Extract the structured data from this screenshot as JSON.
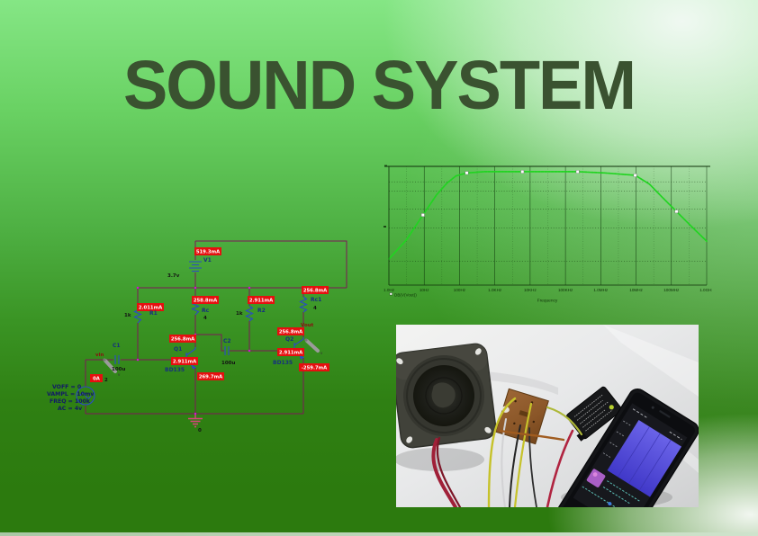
{
  "slide": {
    "title": "SOUND SYSTEM"
  },
  "schematic": {
    "battery": {
      "name": "V1",
      "voltage": "3.7v",
      "current": "519.3mA"
    },
    "resistors": {
      "r1": {
        "name": "R1",
        "value": "1k",
        "current": "2.011mA"
      },
      "rc": {
        "name": "Rc",
        "value": "4",
        "current": "258.8mA"
      },
      "r2": {
        "name": "R2",
        "value": "1k",
        "current": "2.911mA"
      },
      "rc1": {
        "name": "Rc1",
        "value": "4",
        "current": "256.8mA"
      }
    },
    "capacitors": {
      "c1": {
        "name": "C1",
        "value": "100u"
      },
      "c2": {
        "name": "C2",
        "value": "100u"
      }
    },
    "transistors": {
      "q1": {
        "name": "Q1",
        "part": "BD135",
        "collector_current": "256.8mA",
        "base_current": "2.911mA",
        "emitter_current": "269.7mA"
      },
      "q2": {
        "name": "Q2",
        "part": "BD135",
        "collector_current": "256.8mA",
        "base_current": "2.911mA",
        "emitter_current": "-259.7mA"
      }
    },
    "source": {
      "current": "0A",
      "suffix": "2",
      "params": [
        "VOFF = 0",
        "VAMPL = 10mv",
        "FREQ = 100k",
        "AC = 4v"
      ]
    },
    "nets": {
      "input": "vin",
      "output": "Vout",
      "ground": "0"
    },
    "probe_mark": "v"
  },
  "chart_data": {
    "type": "line",
    "title": "",
    "xlabel": "Frequency",
    "x_scale": "log",
    "x_ticks": [
      "1.0Hz",
      "10Hz",
      "100Hz",
      "1.0KHz",
      "10KHz",
      "100KHz",
      "1.0MHz",
      "10MHz",
      "100MHz",
      "1.0GHz"
    ],
    "legend": [
      "DB(V(Vout))"
    ],
    "line_color": "#21d421",
    "h_gridlines_norm": [
      0.87,
      0.79,
      0.64,
      0.48,
      0.2
    ],
    "curve_points_norm": [
      [
        0.0,
        0.22
      ],
      [
        0.055,
        0.38
      ],
      [
        0.107,
        0.59
      ],
      [
        0.15,
        0.76
      ],
      [
        0.183,
        0.86
      ],
      [
        0.211,
        0.92
      ],
      [
        0.245,
        0.945
      ],
      [
        0.3,
        0.955
      ],
      [
        0.42,
        0.955
      ],
      [
        0.52,
        0.955
      ],
      [
        0.594,
        0.955
      ],
      [
        0.68,
        0.945
      ],
      [
        0.775,
        0.925
      ],
      [
        0.82,
        0.85
      ],
      [
        0.86,
        0.74
      ],
      [
        0.905,
        0.62
      ],
      [
        0.95,
        0.5
      ],
      [
        1.0,
        0.37
      ]
    ],
    "markers_norm": [
      [
        0.107,
        0.59
      ],
      [
        0.245,
        0.945
      ],
      [
        0.42,
        0.955
      ],
      [
        0.594,
        0.955
      ],
      [
        0.775,
        0.925
      ],
      [
        0.905,
        0.62
      ]
    ]
  },
  "photo": {
    "items": [
      "speaker",
      "amplifier-pcb",
      "phone-battery",
      "smartphone-music-player"
    ]
  }
}
